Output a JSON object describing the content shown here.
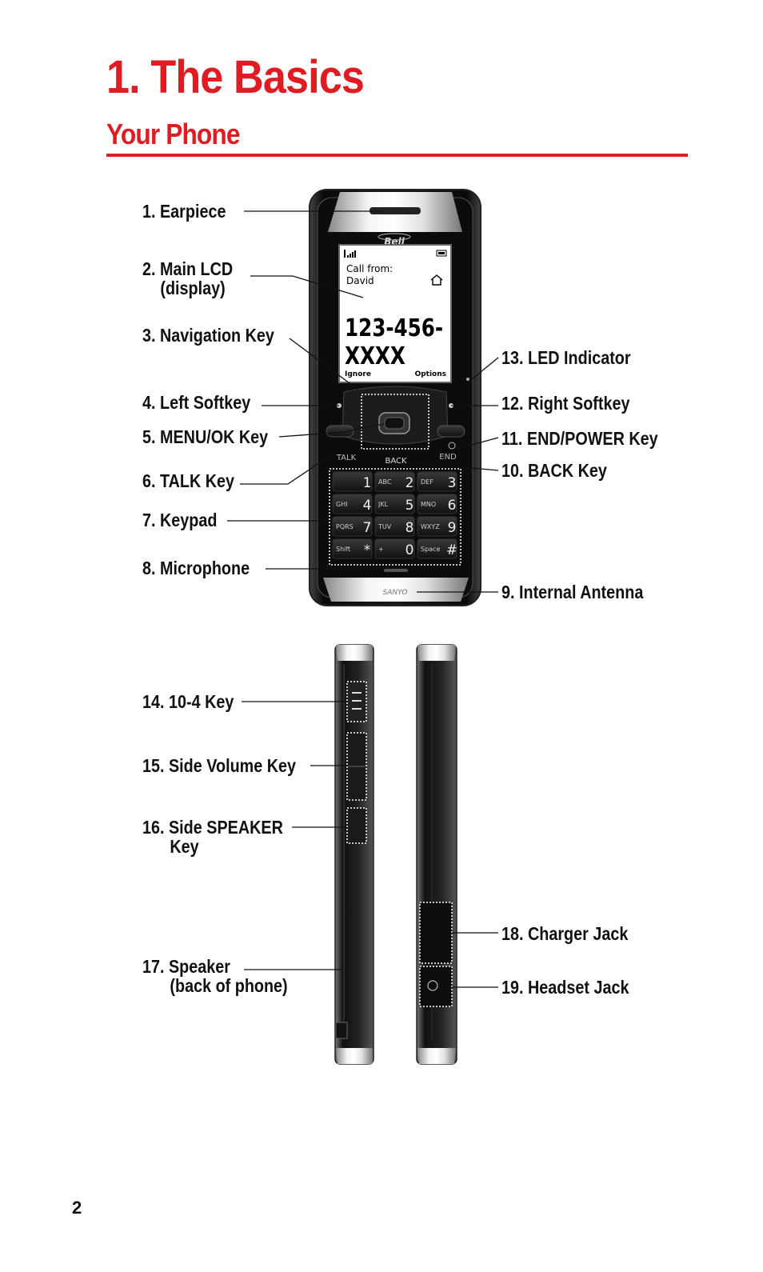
{
  "chapter_title": "1. The Basics",
  "section_title": "Your Phone",
  "page_number": "2",
  "phone_front": {
    "brand_top": "Bell",
    "brand_bottom": "SANYO",
    "screen": {
      "line1": "Call from:",
      "line2": "David",
      "number_line1": "123-456-",
      "number_line2": "XXXX",
      "left_soft": "Ignore",
      "right_soft": "Options"
    },
    "talk": "TALK",
    "back": "BACK",
    "end": "END",
    "keys": [
      {
        "letters": "",
        "digit": "1"
      },
      {
        "letters": "ABC",
        "digit": "2"
      },
      {
        "letters": "DEF",
        "digit": "3"
      },
      {
        "letters": "GHI",
        "digit": "4"
      },
      {
        "letters": "JKL",
        "digit": "5"
      },
      {
        "letters": "MNO",
        "digit": "6"
      },
      {
        "letters": "PQRS",
        "digit": "7"
      },
      {
        "letters": "TUV",
        "digit": "8"
      },
      {
        "letters": "WXYZ",
        "digit": "9"
      },
      {
        "letters": "Shift",
        "digit": "*"
      },
      {
        "letters": "+",
        "digit": "0"
      },
      {
        "letters": "Space",
        "digit": "#"
      }
    ]
  },
  "callouts": {
    "c1": "1. Earpiece",
    "c2": "2. Main LCD",
    "c2b": "(display)",
    "c3": "3. Navigation Key",
    "c4": "4. Left Softkey",
    "c5": "5. MENU/OK Key",
    "c6": "6. TALK Key",
    "c7": "7. Keypad",
    "c8": "8. Microphone",
    "c9": "9. Internal Antenna",
    "c10": "10. BACK Key",
    "c11": "11. END/POWER Key",
    "c12": "12. Right Softkey",
    "c13": "13. LED Indicator",
    "c14": "14. 10-4 Key",
    "c15": "15. Side Volume Key",
    "c16": "16. Side SPEAKER",
    "c16b": "Key",
    "c17": "17. Speaker",
    "c17b": "(back of phone)",
    "c18": "18. Charger Jack",
    "c19": "19. Headset Jack"
  }
}
